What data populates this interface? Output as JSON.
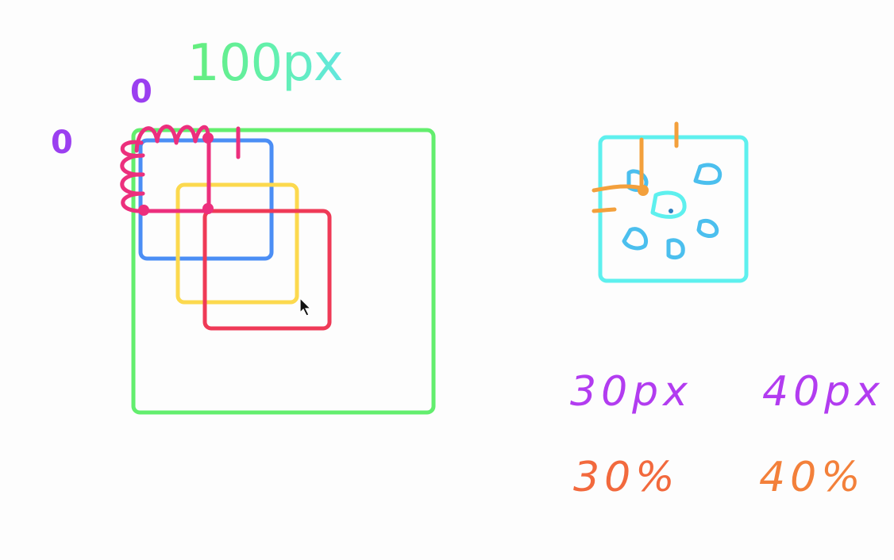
{
  "annotations": {
    "size_label": "100px",
    "origin_left": "0",
    "origin_top": "0",
    "value_30px": "30px",
    "value_40px": "40px",
    "value_30pct": "30%",
    "value_40pct": "40%"
  },
  "colors": {
    "outer_box": "#63ee6e",
    "blue_box": "#4b8ef5",
    "yellow_box": "#fcd94e",
    "red_box": "#ef3a57",
    "pink_marks": "#ec2f7d",
    "cyan_box": "#5ef0ee",
    "cyan_dots": "#4bbfee",
    "orange_marks": "#f3a03c",
    "purple_text": "#b23cf0",
    "orange_text": "#f2693d"
  }
}
